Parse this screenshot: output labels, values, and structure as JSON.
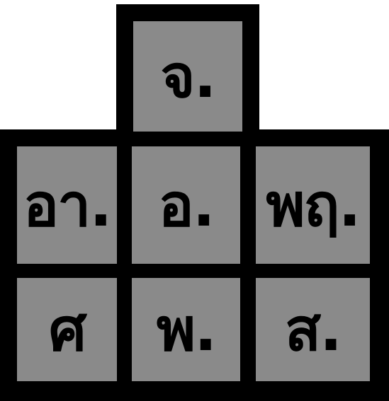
{
  "colors": {
    "frame": "#000000",
    "key_fill": "#8a8a8a",
    "label": "#000000",
    "background": "#ffffff"
  },
  "keys": {
    "top": "จ.",
    "row1": [
      "อา.",
      "อ.",
      "พฤ."
    ],
    "row2": [
      "ศ",
      "พ.",
      "ส."
    ]
  }
}
